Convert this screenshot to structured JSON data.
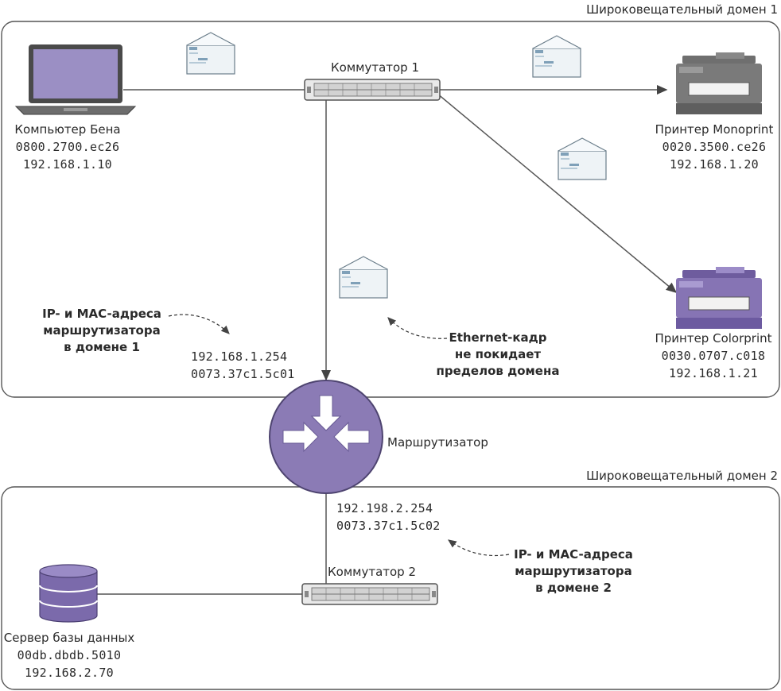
{
  "domains": {
    "domain1_label": "Широковещательный домен 1",
    "domain2_label": "Широковещательный домен 2"
  },
  "switch1": {
    "label": "Коммутатор 1"
  },
  "switch2": {
    "label": "Коммутатор 2"
  },
  "router": {
    "label": "Маршрутизатор"
  },
  "computer": {
    "name": "Компьютер Бена",
    "mac": "0800.2700.ec26",
    "ip": "192.168.1.10"
  },
  "printer_mono": {
    "name": "Принтер Monoprint",
    "mac": "0020.3500.ce26",
    "ip": "192.168.1.20"
  },
  "printer_color": {
    "name": "Принтер Colorprint",
    "mac": "0030.0707.c018",
    "ip": "192.168.1.21"
  },
  "server": {
    "name": "Сервер базы данных",
    "mac": "00db.dbdb.5010",
    "ip": "192.168.2.70"
  },
  "router_if1": {
    "ip": "192.168.1.254",
    "mac": "0073.37c1.5c01"
  },
  "router_if2": {
    "ip": "192.198.2.254",
    "mac": "0073.37c1.5c02"
  },
  "annotations": {
    "router_domain1": [
      "IP- и MAC-адреса",
      "маршрутизатора",
      "в домене 1"
    ],
    "ethernet_frame": [
      "Ethernet-кадр",
      "не покидает",
      "пределов домена"
    ],
    "router_domain2": [
      "IP- и MAC-адреса",
      "маршрутизатора",
      "в домене 2"
    ]
  },
  "colors": {
    "router_purple": "#8b7bb5",
    "printer_color_purple": "#8674b4",
    "envelope_fill": "#eef3f6",
    "laptop_screen": "#9b8fc4",
    "server_purple": "#7b6aab",
    "line": "#555555"
  },
  "icons": [
    "laptop-icon",
    "switch-icon",
    "printer-icon",
    "router-icon",
    "server-icon",
    "envelope-icon"
  ]
}
